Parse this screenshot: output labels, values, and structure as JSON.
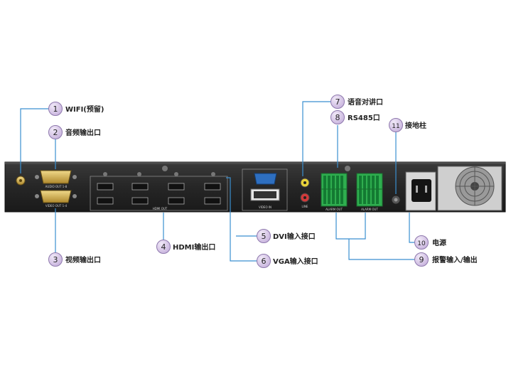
{
  "callouts": [
    {
      "num": "1",
      "label": "WIFI(预留)"
    },
    {
      "num": "2",
      "label": "音频输出口"
    },
    {
      "num": "3",
      "label": "视频输出口"
    },
    {
      "num": "4",
      "label": "HDMI输出口"
    },
    {
      "num": "5",
      "label": "DVI输入接口"
    },
    {
      "num": "6",
      "label": "VGA输入接口"
    },
    {
      "num": "7",
      "label": "语音对讲口"
    },
    {
      "num": "8",
      "label": "RS485口"
    },
    {
      "num": "9",
      "label": "报警输入/输出"
    },
    {
      "num": "10",
      "label": "电源"
    },
    {
      "num": "11",
      "label": "接地柱"
    }
  ],
  "panel": {
    "audio_out": "AUDIO OUT 1-8",
    "video_out": "VIDEO OUT 1-4",
    "hdmi_out": "HDMI OUT",
    "video_in": "VIDEO IN",
    "line": "LINE",
    "alarm_out_1": "ALARM OUT",
    "alarm_out_2": "ALARM OUT"
  },
  "colors": {
    "leader_line": "#3a8fd0",
    "callout_fill": "#d6c6e6",
    "callout_stroke": "#8e78ad",
    "chassis": "#2a2a2a",
    "terminal": "#2fae4f"
  }
}
